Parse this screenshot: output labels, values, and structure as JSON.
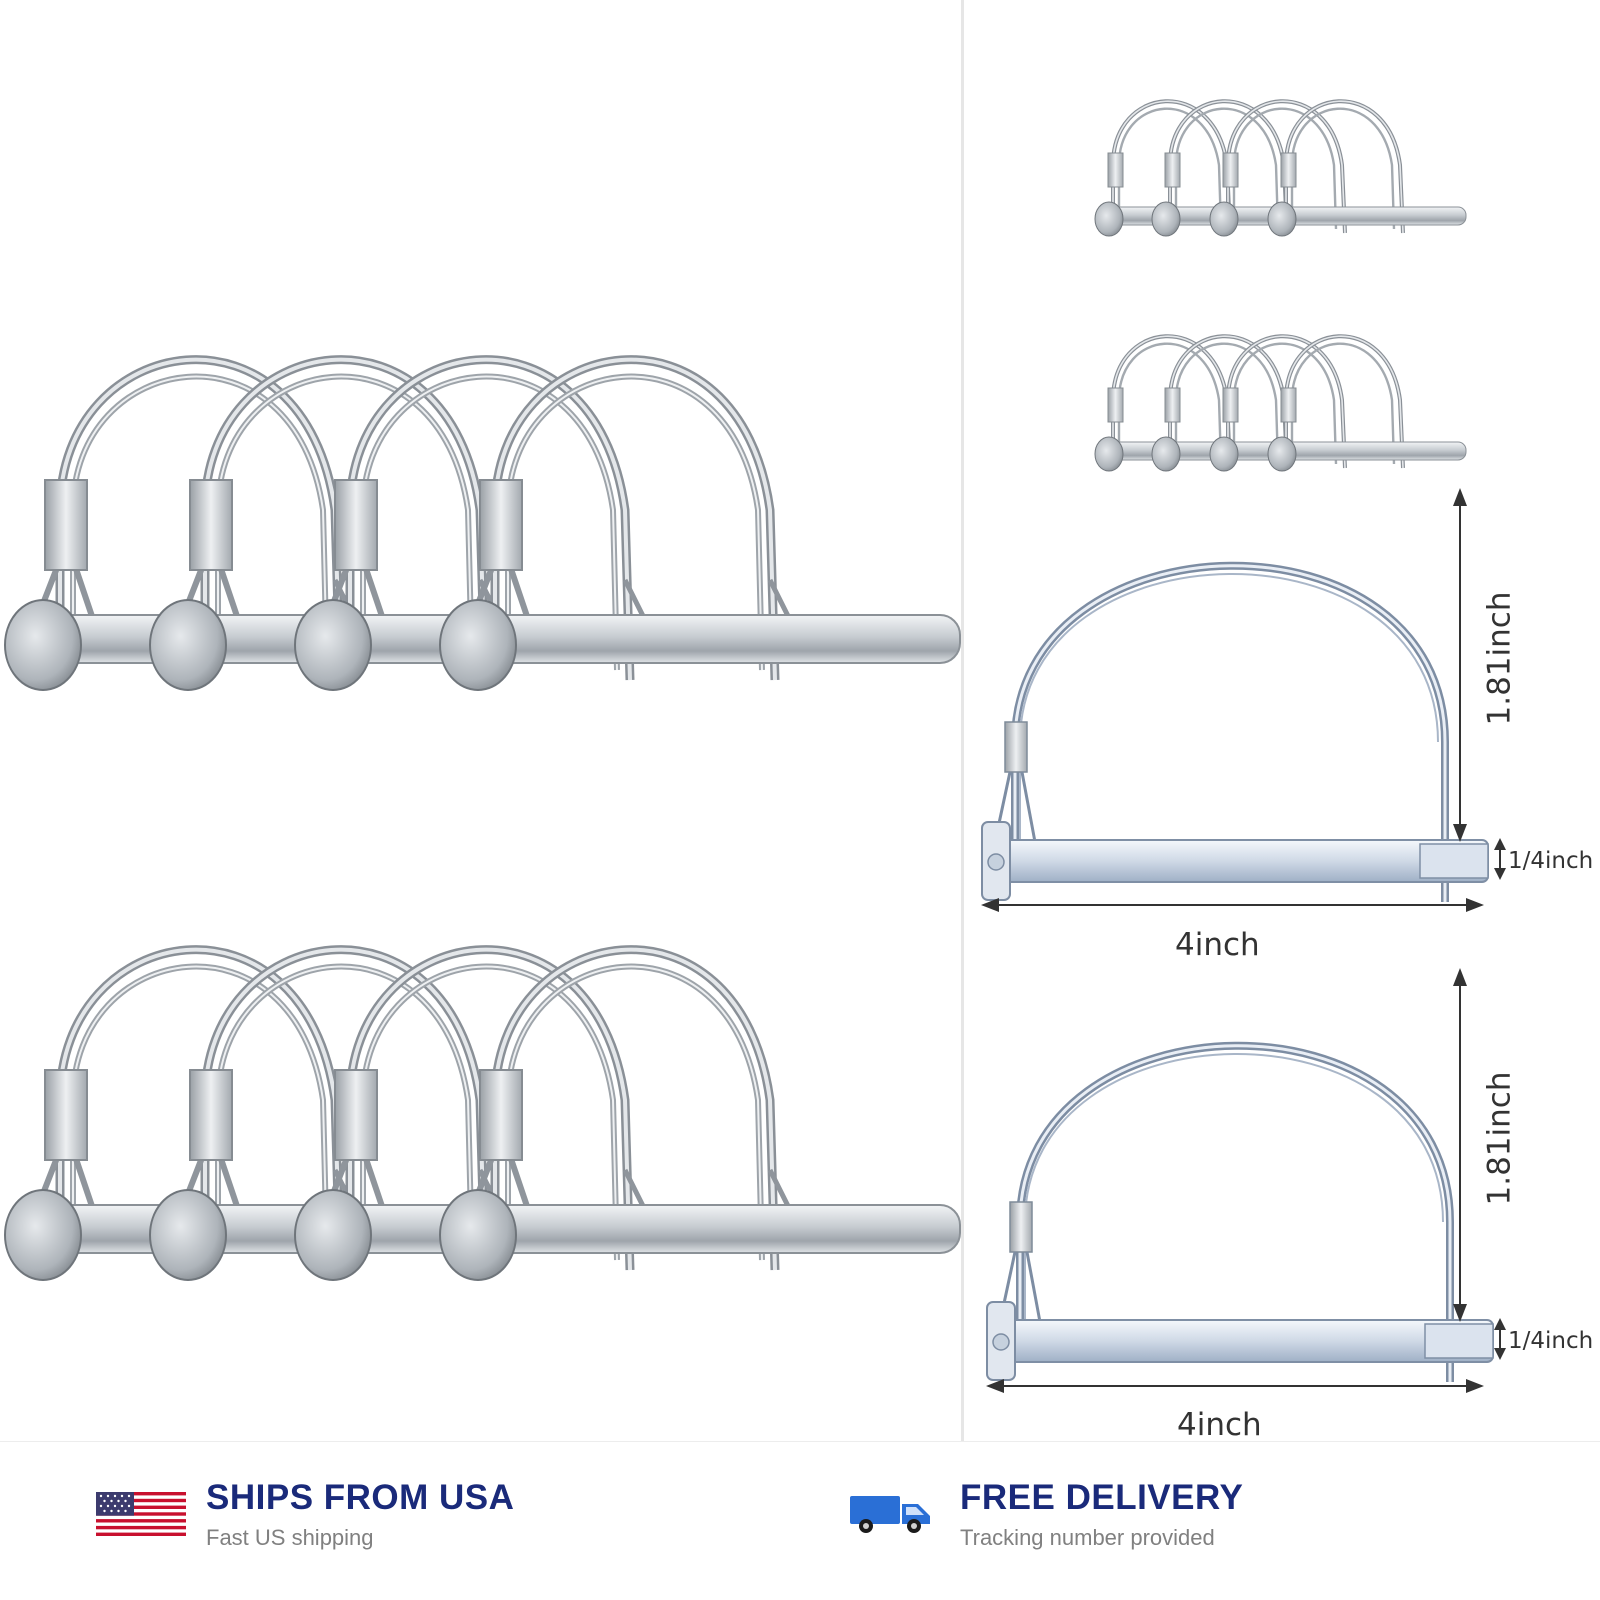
{
  "dimensions": {
    "height": "1.81inch",
    "pin_diameter": "1/4inch",
    "length": "4inch"
  },
  "features": [
    {
      "icon": "us-flag-icon",
      "title": "SHIPS FROM USA",
      "subtitle": "Fast US shipping"
    },
    {
      "icon": "delivery-truck-icon",
      "title": "FREE DELIVERY",
      "subtitle": "Tracking number provided"
    }
  ],
  "colors": {
    "title_text": "#1a2a7a",
    "subtitle_text": "#808080",
    "metal": "#b9bec4",
    "truck": "#2a6fd6"
  }
}
